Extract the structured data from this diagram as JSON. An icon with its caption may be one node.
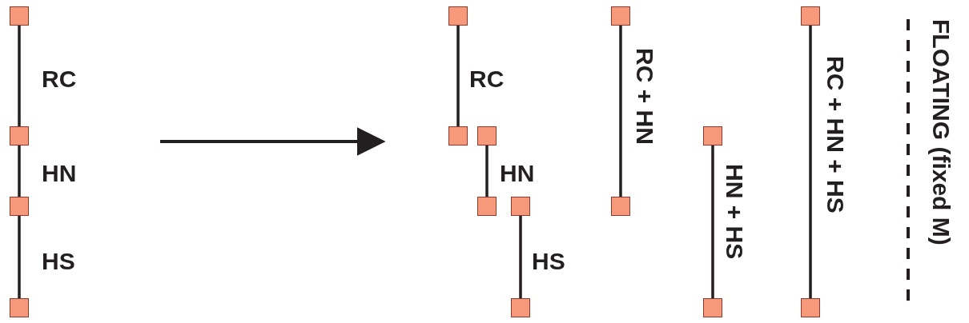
{
  "diagram": {
    "nodes": [
      {
        "text": [],
        "shape": "box"
      },
      {
        "text": [],
        "shape": "box"
      },
      {
        "text": [],
        "shape": "box"
      },
      {
        "text": [],
        "shape": "box"
      },
      {
        "text": [],
        "shape": "box"
      },
      {
        "text": [],
        "shape": "box"
      },
      {
        "text": [],
        "shape": "box"
      },
      {
        "text": [],
        "shape": "box"
      },
      {
        "text": [],
        "shape": "box"
      },
      {
        "text": [],
        "shape": "box"
      },
      {
        "text": [],
        "shape": "box"
      },
      {
        "text": [],
        "shape": "box"
      },
      {
        "text": [],
        "shape": "box"
      },
      {
        "text": [],
        "shape": "box"
      },
      {
        "text": [],
        "shape": "box"
      },
      {
        "text": [],
        "shape": "box"
      }
    ],
    "edges": [
      {
        "from": 0,
        "to": 1,
        "arrow": "none",
        "label": "RC"
      },
      {
        "from": 1,
        "to": 2,
        "arrow": "none",
        "label": "HN"
      },
      {
        "from": 2,
        "to": 3,
        "arrow": "none",
        "label": "HS"
      },
      {
        "from": 4,
        "to": 5,
        "arrow": "none",
        "label": "RC"
      },
      {
        "from": 6,
        "to": 7,
        "arrow": "none",
        "label": "HN"
      },
      {
        "from": 8,
        "to": 9,
        "arrow": "none",
        "label": "HS"
      },
      {
        "from": 10,
        "to": 11,
        "arrow": "none",
        "label": "RC + HN"
      },
      {
        "from": 12,
        "to": 13,
        "arrow": "none",
        "label": "HN + HS"
      },
      {
        "from": 14,
        "to": 15,
        "arrow": "none",
        "label": "RC + HN + HS"
      }
    ],
    "labels": [
      "FLOATING (fixed M)"
    ]
  }
}
